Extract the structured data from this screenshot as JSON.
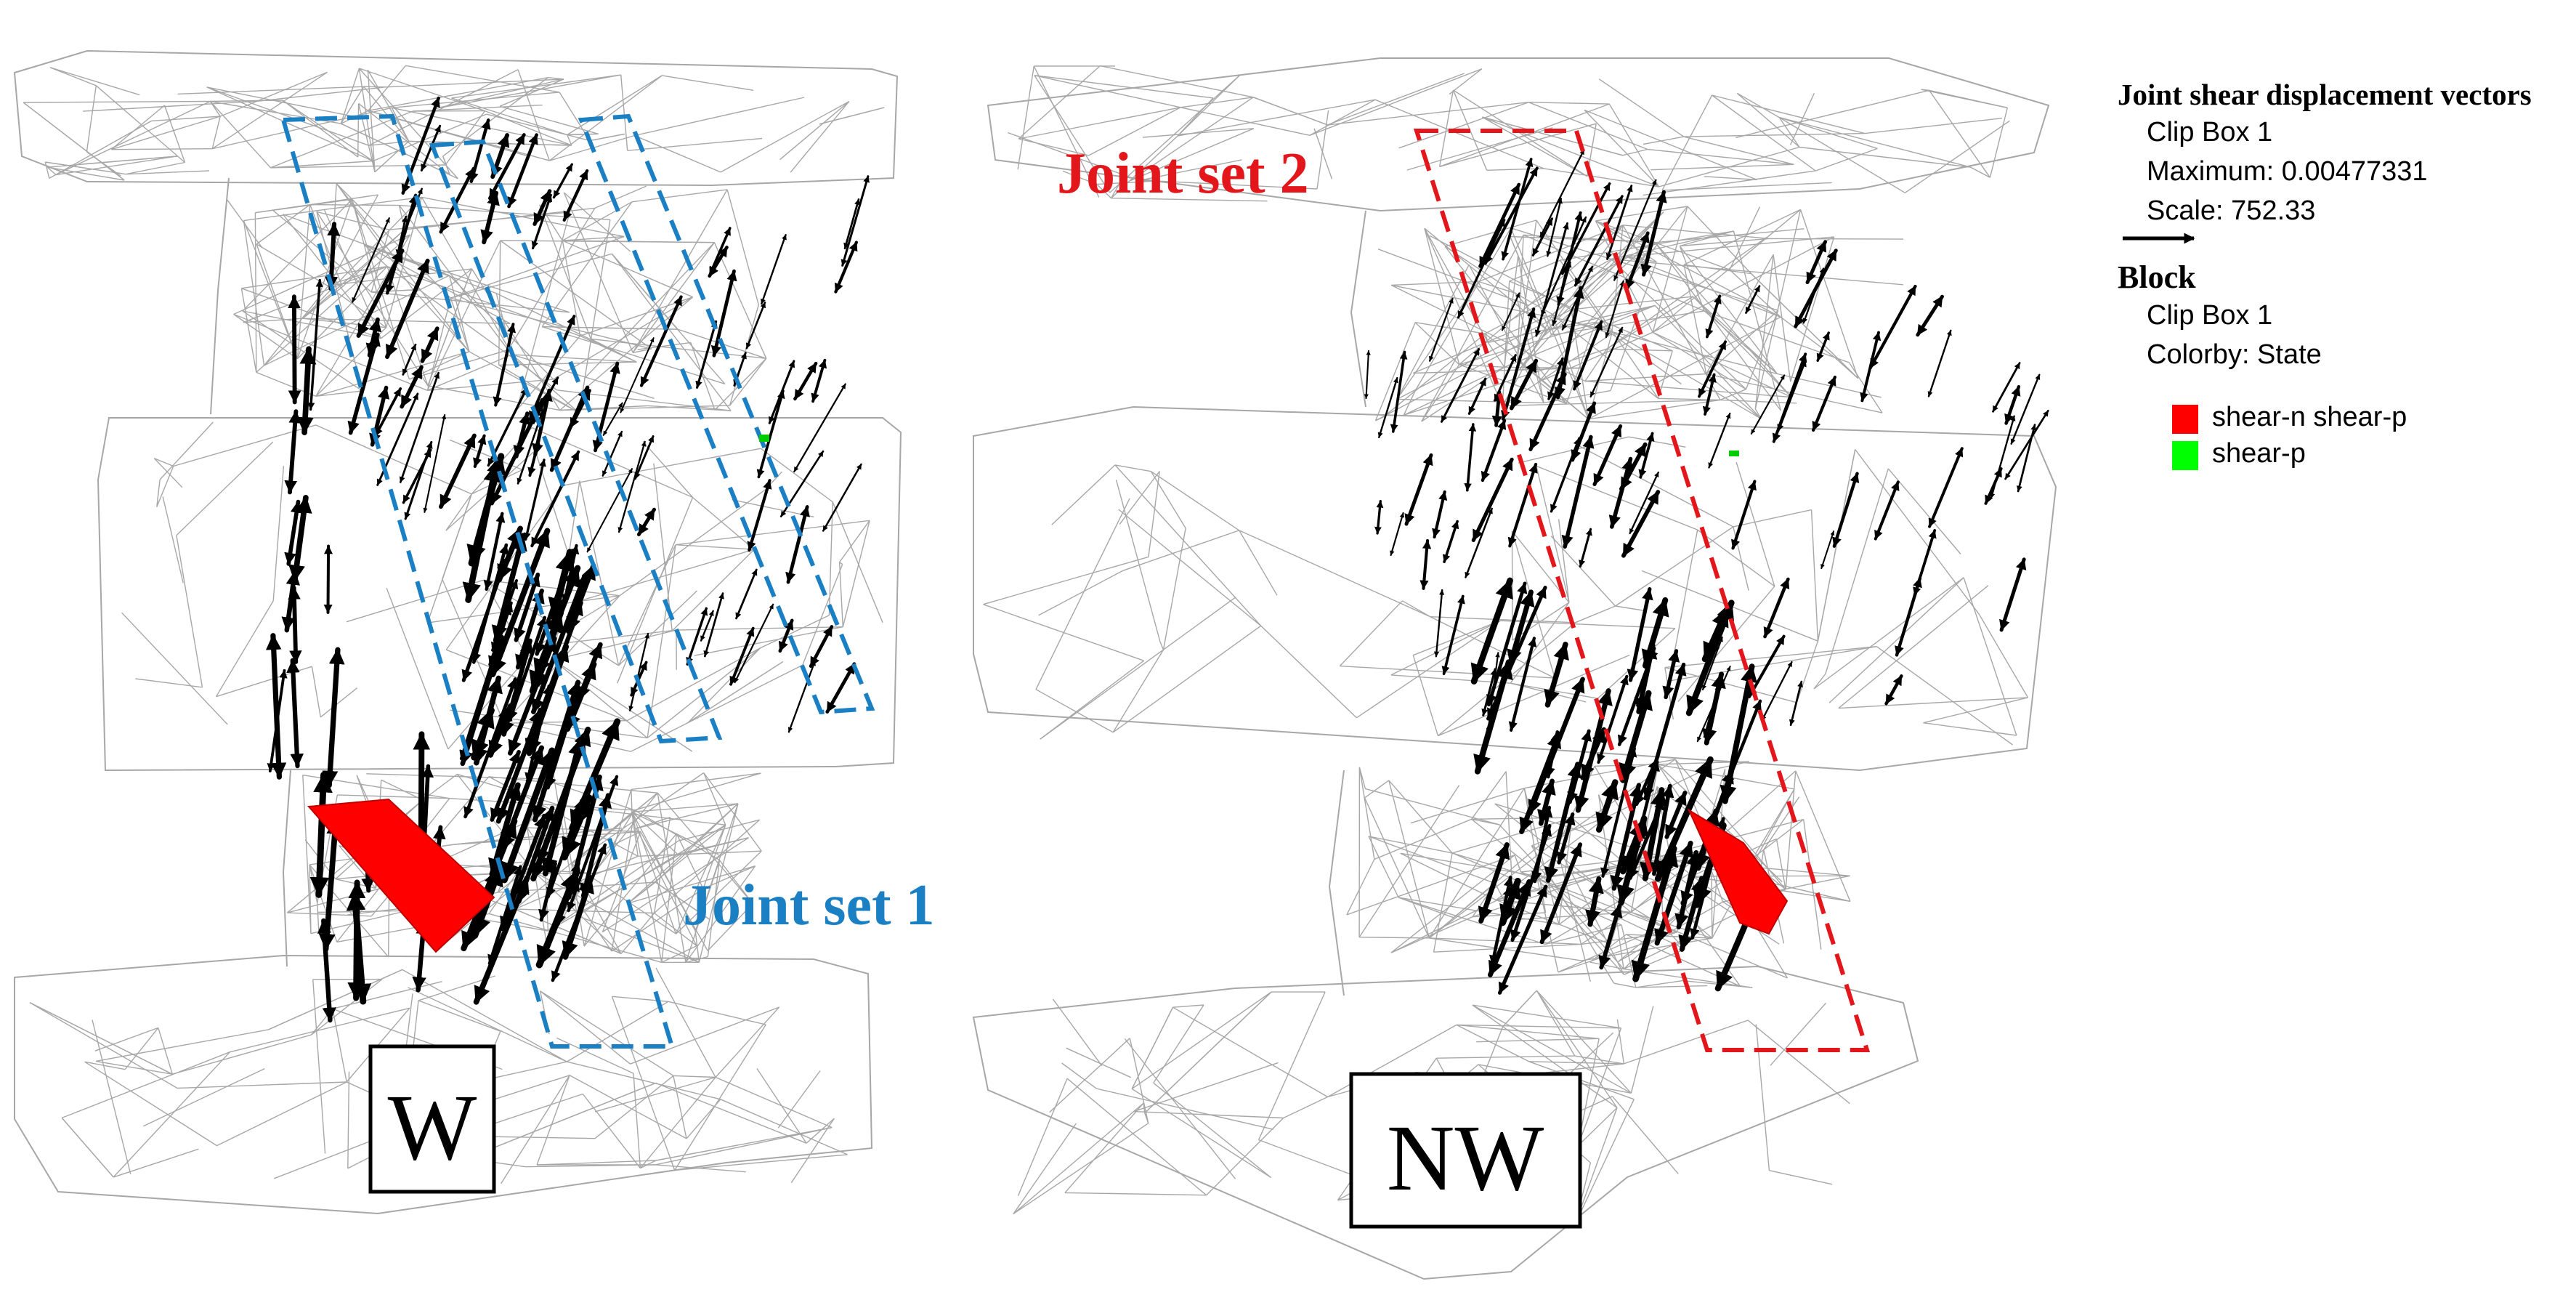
{
  "colors": {
    "mesh": "#8a8a8a",
    "vector": "#000000",
    "joint_set_1": "#1b7fc4",
    "joint_set_2": "#e3171b",
    "state_shear_n_shear_p": "#ff0000",
    "state_shear_p": "#00ff00"
  },
  "views": [
    {
      "label": "W"
    },
    {
      "label": "NW"
    }
  ],
  "annotations": {
    "joint_set_1": "Joint set 1",
    "joint_set_2": "Joint set 2"
  },
  "legend": {
    "vectors_title": "Joint shear displacement vectors",
    "vectors_clip": "Clip Box 1",
    "vectors_maximum": "Maximum: 0.00477331",
    "vectors_scale": "Scale: 752.33",
    "block_title": "Block",
    "block_clip": "Clip Box 1",
    "block_colorby": "Colorby: State",
    "states": [
      {
        "label": "shear-n shear-p",
        "color": "#ff0000"
      },
      {
        "label": "shear-p",
        "color": "#00ff00"
      }
    ]
  }
}
